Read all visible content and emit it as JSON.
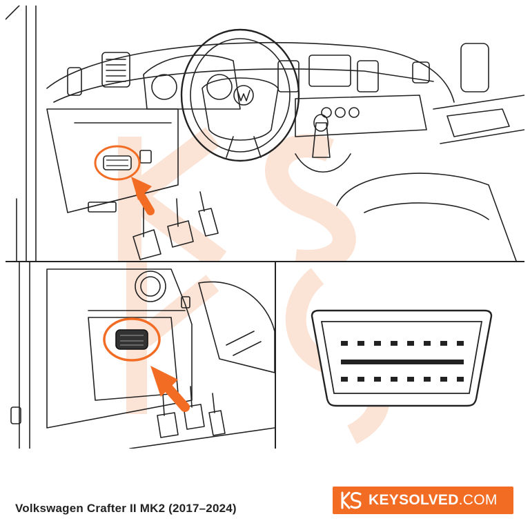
{
  "caption": "Volkswagen Crafter II MK2 (2017–2024)",
  "logo": {
    "brand_bold": "KEYSOLVED",
    "brand_suffix": ".COM"
  },
  "colors": {
    "accent": "#f26c24",
    "line": "#222222",
    "watermark": "#fbe1d2"
  },
  "icons": {
    "logo_mark": "ks-logo-icon",
    "arrow": "arrow-icon"
  }
}
